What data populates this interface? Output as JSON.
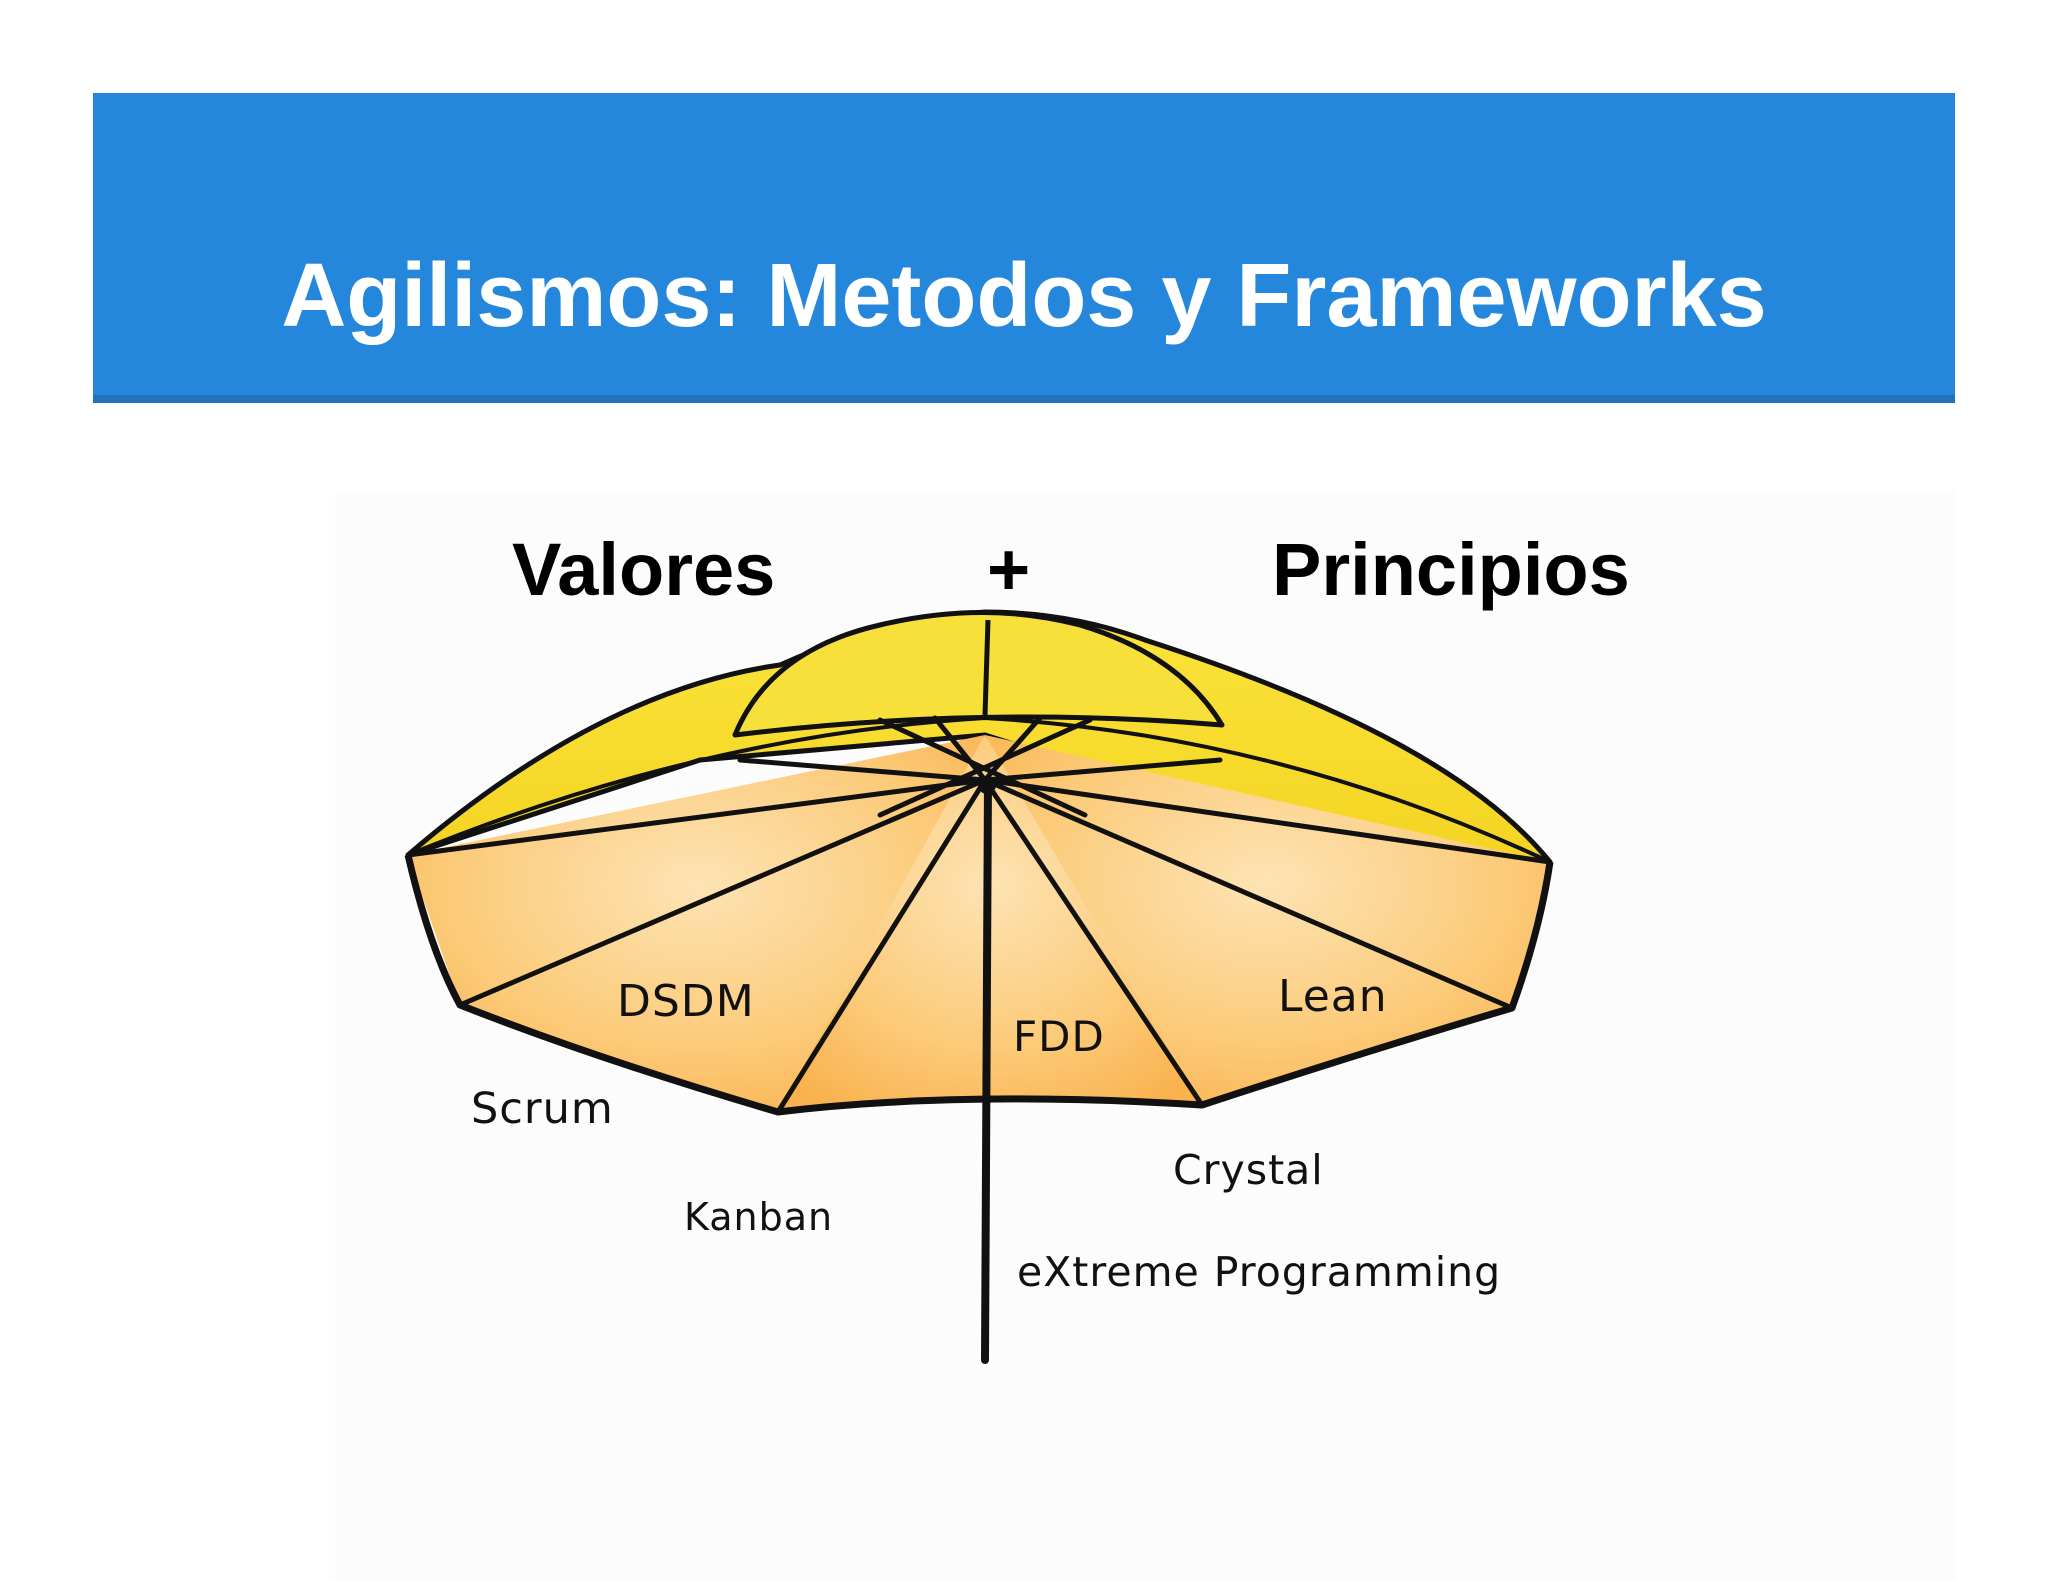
{
  "slide": {
    "title": "Agilismos: Metodos y Frameworks"
  },
  "diagram": {
    "header_left": "Valores",
    "header_plus": "+",
    "header_right": "Principios",
    "panel_labels": {
      "left": "DSDM",
      "center": "FDD",
      "right": "Lean"
    },
    "below_labels": {
      "scrum": "Scrum",
      "kanban": "Kanban",
      "crystal": "Crystal",
      "xp": "eXtreme Programming"
    }
  },
  "colors": {
    "title_bar": "#2587dc",
    "title_text": "#ffffff",
    "umbrella_top": "#f7df2e",
    "umbrella_panel": "#fbc266",
    "outline": "#111111"
  }
}
